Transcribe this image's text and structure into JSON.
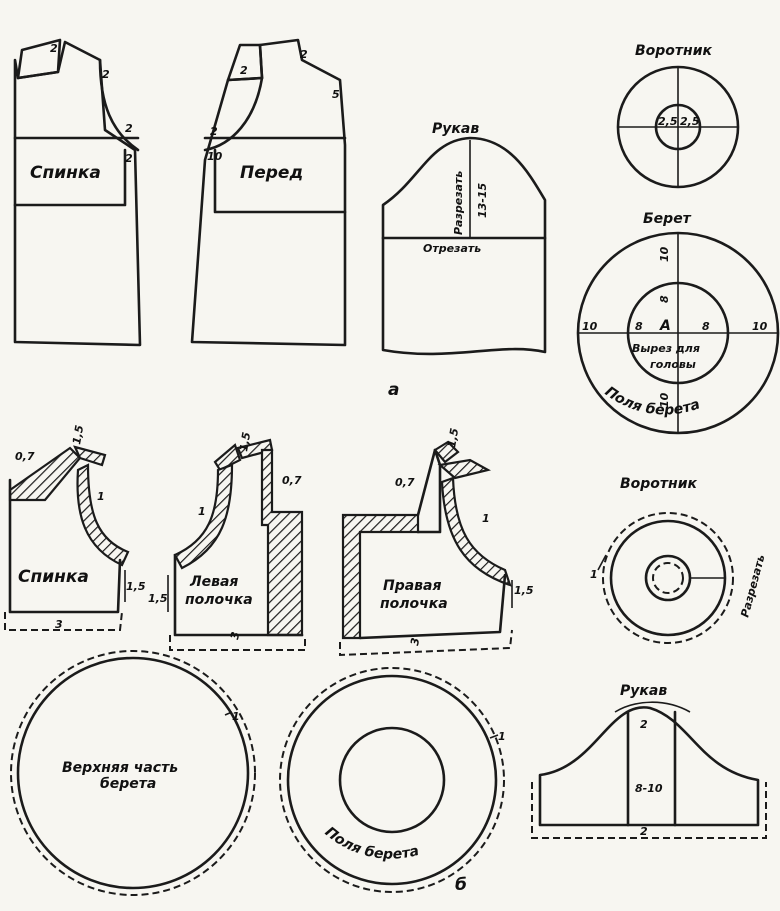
{
  "section_a": {
    "marker": "а",
    "back": {
      "title": "Спинка",
      "n1": "2",
      "n2": "2",
      "n3": "2",
      "n4": "2"
    },
    "front": {
      "title": "Перед",
      "n1": "2",
      "n2": "2",
      "n3": "5",
      "n4": "2",
      "n5": "10"
    },
    "sleeve": {
      "title": "Рукав",
      "cut_line_1": "Разрезать",
      "cut_line_2": "13-15",
      "cut_off": "Отрезать"
    },
    "collar": {
      "title": "Воротник",
      "left": "2,5",
      "right": "2,5"
    },
    "beret": {
      "title": "Берет",
      "top_outer": "10",
      "top_inner": "8",
      "left_outer": "10",
      "left_inner": "8",
      "center": "A",
      "right_inner": "8",
      "right_outer": "10",
      "bottom_outer": "10",
      "hole_1": "Вырез для",
      "hole_2": "головы",
      "brim": "Поля берета"
    }
  },
  "section_b": {
    "marker": "б",
    "back": {
      "title": "Спинка",
      "n_07": "0,7",
      "n_15_top": "1,5",
      "n_1": "1",
      "n_15_side": "1,5",
      "n_3": "3"
    },
    "left_front": {
      "title_1": "Левая",
      "title_2": "полочка",
      "n_15_top": "1,5",
      "n_07": "0,7",
      "n_1": "1",
      "n_15_side": "1,5",
      "n_3": "3"
    },
    "right_front": {
      "title_1": "Правая",
      "title_2": "полочка",
      "n_15_top": "1,5",
      "n_07": "0,7",
      "n_1": "1",
      "n_15_side": "1,5",
      "n_3": "3"
    },
    "collar": {
      "title": "Воротник",
      "cut": "Разрезать",
      "n_1": "1"
    },
    "beret_top": {
      "title_1": "Верхняя часть",
      "title_2": "берета",
      "n_1": "1"
    },
    "beret_brim": {
      "title": "Поля берета",
      "n_1": "1"
    },
    "sleeve": {
      "title": "Рукав",
      "n_2_top": "2",
      "center": "8-10",
      "n_2_bottom": "2"
    }
  }
}
